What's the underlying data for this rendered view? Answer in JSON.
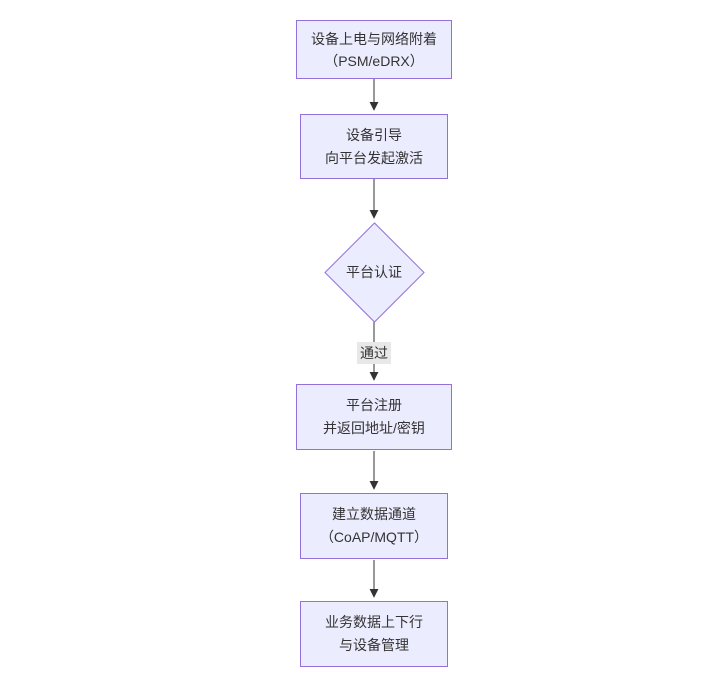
{
  "diagram": {
    "type": "flowchart",
    "direction": "top-down",
    "nodes": [
      {
        "id": "power-attach",
        "shape": "rect",
        "lines": [
          "设备上电与网络附着",
          "（PSM/eDRX）"
        ]
      },
      {
        "id": "bootstrap-activate",
        "shape": "rect",
        "lines": [
          "设备引导",
          "向平台发起激活"
        ]
      },
      {
        "id": "platform-auth",
        "shape": "diamond",
        "lines": [
          "平台认证"
        ]
      },
      {
        "id": "platform-register",
        "shape": "rect",
        "lines": [
          "平台注册",
          "并返回地址/密钥"
        ]
      },
      {
        "id": "data-channel",
        "shape": "rect",
        "lines": [
          "建立数据通道",
          "（CoAP/MQTT）"
        ]
      },
      {
        "id": "business-data",
        "shape": "rect",
        "lines": [
          "业务数据上下行",
          "与设备管理"
        ]
      }
    ],
    "edges": [
      {
        "from": "power-attach",
        "to": "bootstrap-activate",
        "label": ""
      },
      {
        "from": "bootstrap-activate",
        "to": "platform-auth",
        "label": ""
      },
      {
        "from": "platform-auth",
        "to": "platform-register",
        "label": "通过"
      },
      {
        "from": "platform-register",
        "to": "data-channel",
        "label": ""
      },
      {
        "from": "data-channel",
        "to": "business-data",
        "label": ""
      }
    ],
    "colors": {
      "node_fill": "#ECECFF",
      "node_border": "#9370DB",
      "arrow": "#333333",
      "edge_label_bg": "#e8e8e8",
      "text": "#333333",
      "background": "#ffffff"
    }
  }
}
